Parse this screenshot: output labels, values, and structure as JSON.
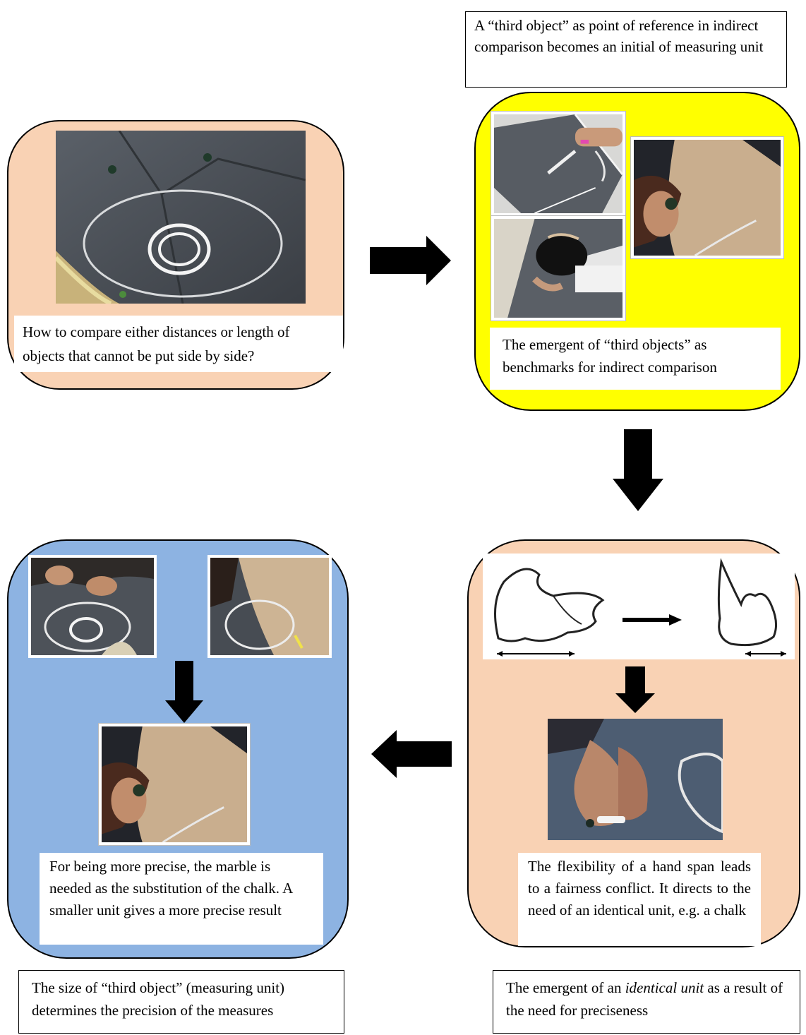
{
  "colors": {
    "peach": "#f9d2b4",
    "yellow": "#ffff00",
    "blue": "#8db3e2",
    "asphalt": "#4a4f55",
    "chalk": "#f2f2f2"
  },
  "top_note": {
    "text": "A “third object” as point of reference in indirect comparison becomes an initial of measuring unit"
  },
  "box1": {
    "caption": "How to compare either distances or length of objects that cannot be put side by side?"
  },
  "box2": {
    "caption": "The emergent of “third objects” as benchmarks for indirect comparison"
  },
  "box3": {
    "caption": "The flexibility of a hand span leads to a fairness conflict. It directs to the need of an identical unit, e.g. a chalk"
  },
  "box4": {
    "caption": "For being more precise, the marble is needed as the substitution of the chalk. A smaller unit gives a more precise result"
  },
  "bottom_left_note": {
    "text": "The size of “third object” (measuring unit) determines the precision of the measures"
  },
  "bottom_right_note": {
    "before": "The emergent of an ",
    "emphasis": "identical unit",
    "after": " as a result of the need for preciseness"
  },
  "icons": [
    "arrow-right-icon",
    "arrow-down-icon",
    "arrow-left-icon"
  ]
}
